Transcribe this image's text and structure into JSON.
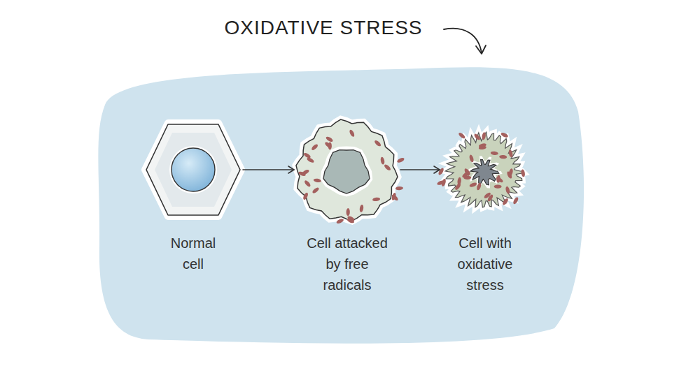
{
  "diagram": {
    "title": "OXIDATIVE STRESS",
    "nodes": [
      {
        "text": [
          "Normal cell"
        ]
      },
      {
        "text": [
          "Cell attacked by free radicals"
        ]
      },
      {
        "text": [
          "Cell with oxidative stress"
        ]
      }
    ],
    "edges": [
      {
        "from": 0,
        "to": 1,
        "arrow": "to"
      },
      {
        "from": 1,
        "to": 2,
        "arrow": "to"
      }
    ]
  }
}
